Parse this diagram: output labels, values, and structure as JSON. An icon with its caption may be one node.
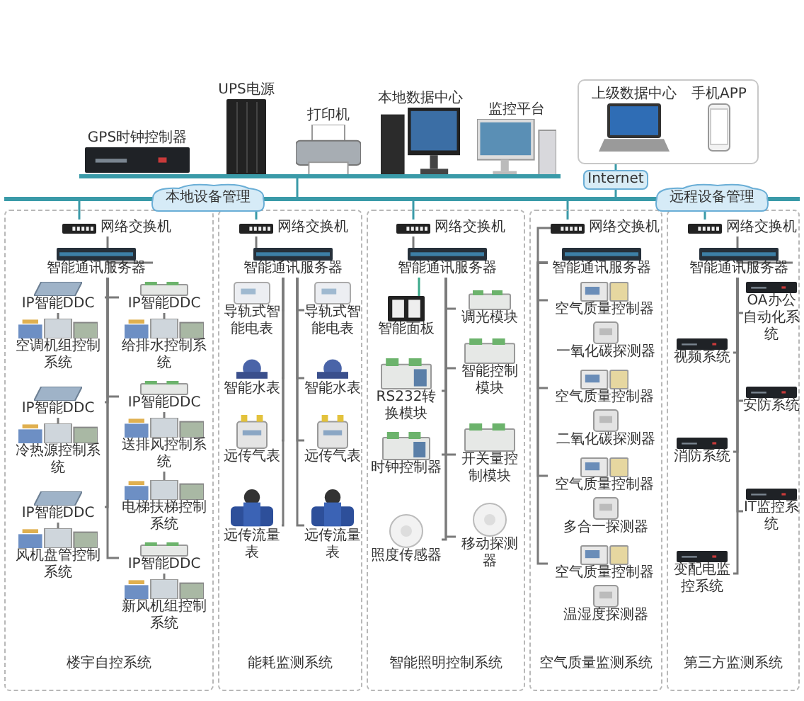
{
  "diagram": {
    "nodes": [
      {
        "text": [
          "GPS时钟控制器"
        ]
      },
      {
        "text": [
          "UPS电源"
        ]
      },
      {
        "text": [
          "打印机"
        ]
      },
      {
        "text": [
          "本地数据中心"
        ]
      },
      {
        "text": [
          "监控平台"
        ]
      },
      {
        "text": [],
        "shape": "box"
      },
      {
        "text": [
          "上级数据中心"
        ],
        "in": 5
      },
      {
        "text": [
          "手机APP"
        ],
        "in": 5
      },
      {
        "text": [],
        "shape": "bar"
      },
      {
        "text": [
          "本地设备管理"
        ]
      },
      {
        "text": [],
        "shape": "bar"
      },
      {
        "text": [
          "远程设备管理"
        ]
      },
      {
        "text": [
          "Internet"
        ]
      },
      {
        "text": [
          "楼宇自控系统"
        ]
      },
      {
        "text": [
          "网络交换机"
        ],
        "in": 13
      },
      {
        "text": [
          "智能通讯服务器"
        ],
        "in": 13
      },
      {
        "text": [
          "IP智能DDC"
        ],
        "in": 13
      },
      {
        "text": [
          "IP智能DDC"
        ],
        "in": 13
      },
      {
        "text": [
          "空调机组控制系统"
        ],
        "in": 13
      },
      {
        "text": [
          "给排水控制系统"
        ],
        "in": 13
      },
      {
        "text": [
          "IP智能DDC"
        ],
        "in": 13
      },
      {
        "text": [
          "IP智能DDC"
        ],
        "in": 13
      },
      {
        "text": [
          "冷热源控制系统"
        ],
        "in": 13
      },
      {
        "text": [
          "送排风控制系统"
        ],
        "in": 13
      },
      {
        "text": [
          "电梯扶梯控制系统"
        ],
        "in": 13
      },
      {
        "text": [
          "IP智能DDC"
        ],
        "in": 13
      },
      {
        "text": [
          "IP智能DDC"
        ],
        "in": 13
      },
      {
        "text": [
          "风机盘管控制系统"
        ],
        "in": 13
      },
      {
        "text": [
          "新风机组控制系统"
        ],
        "in": 13
      },
      {
        "text": [
          "能耗监测系统"
        ]
      },
      {
        "text": [
          "网络交换机"
        ],
        "in": 29
      },
      {
        "text": [
          "智能通讯服务器"
        ],
        "in": 29
      },
      {
        "text": [
          "导轨式智能电表"
        ],
        "in": 29
      },
      {
        "text": [
          "导轨式智能电表"
        ],
        "in": 29
      },
      {
        "text": [
          "智能水表"
        ],
        "in": 29
      },
      {
        "text": [
          "智能水表"
        ],
        "in": 29
      },
      {
        "text": [
          "远传气表"
        ],
        "in": 29
      },
      {
        "text": [
          "远传气表"
        ],
        "in": 29
      },
      {
        "text": [
          "远传流量表"
        ],
        "in": 29
      },
      {
        "text": [
          "远传流量表"
        ],
        "in": 29
      },
      {
        "text": [
          "智能照明控制系统"
        ]
      },
      {
        "text": [
          "网络交换机"
        ],
        "in": 40
      },
      {
        "text": [
          "智能通讯服务器"
        ],
        "in": 40
      },
      {
        "text": [
          "智能面板"
        ],
        "in": 40
      },
      {
        "text": [
          "调光模块"
        ],
        "in": 40
      },
      {
        "text": [
          "RS232转换模块"
        ],
        "in": 40
      },
      {
        "text": [
          "智能控制模块"
        ],
        "in": 40
      },
      {
        "text": [
          "时钟控制器"
        ],
        "in": 40
      },
      {
        "text": [
          "开关量控制模块"
        ],
        "in": 40
      },
      {
        "text": [
          "照度传感器"
        ],
        "in": 40
      },
      {
        "text": [
          "移动探测器"
        ],
        "in": 40
      },
      {
        "text": [
          "空气质量监测系统"
        ]
      },
      {
        "text": [
          "网络交换机"
        ],
        "in": 51
      },
      {
        "text": [
          "智能通讯服务器"
        ],
        "in": 51
      },
      {
        "text": [
          "空气质量控制器"
        ],
        "in": 51
      },
      {
        "text": [
          "一氧化碳探测器"
        ],
        "in": 51
      },
      {
        "text": [
          "空气质量控制器"
        ],
        "in": 51
      },
      {
        "text": [
          "二氧化碳探测器"
        ],
        "in": 51
      },
      {
        "text": [
          "空气质量控制器"
        ],
        "in": 51
      },
      {
        "text": [
          "多合一探测器"
        ],
        "in": 51
      },
      {
        "text": [
          "空气质量控制器"
        ],
        "in": 51
      },
      {
        "text": [
          "温湿度探测器"
        ],
        "in": 51
      },
      {
        "text": [
          "第三方监测系统"
        ]
      },
      {
        "text": [
          "网络交换机"
        ],
        "in": 62
      },
      {
        "text": [
          "智能通讯服务器"
        ],
        "in": 62
      },
      {
        "text": [
          "OA办公自动化系统"
        ],
        "in": 62
      },
      {
        "text": [
          "视频系统"
        ],
        "in": 62
      },
      {
        "text": [
          "安防系统"
        ],
        "in": 62
      },
      {
        "text": [
          "消防系统"
        ],
        "in": 62
      },
      {
        "text": [
          "IT监控系统"
        ],
        "in": 62
      },
      {
        "text": [
          "变配电监控系统"
        ],
        "in": 62
      }
    ],
    "edges": [
      {
        "from": 8,
        "to": 10,
        "arrow": "none",
        "color": "#3a9aa8"
      },
      {
        "from": 5,
        "to": 12,
        "arrow": "none",
        "color": "#3a9aa8"
      },
      {
        "from": 12,
        "to": 10,
        "arrow": "none",
        "color": "#3a9aa8"
      },
      {
        "from": 10,
        "to": 14,
        "arrow": "none",
        "color": "#3a9aa8"
      },
      {
        "from": 10,
        "to": 30,
        "arrow": "none",
        "color": "#3a9aa8"
      },
      {
        "from": 10,
        "to": 41,
        "arrow": "none",
        "color": "#3a9aa8"
      },
      {
        "from": 10,
        "to": 52,
        "arrow": "none",
        "color": "#3a9aa8"
      },
      {
        "from": 10,
        "to": 63,
        "arrow": "none",
        "color": "#3a9aa8"
      },
      {
        "from": 14,
        "to": 15,
        "arrow": "none"
      },
      {
        "from": 30,
        "to": 31,
        "arrow": "none"
      },
      {
        "from": 41,
        "to": 42,
        "arrow": "none"
      },
      {
        "from": 52,
        "to": 53,
        "arrow": "none"
      },
      {
        "from": 63,
        "to": 64,
        "arrow": "none"
      },
      {
        "from": 15,
        "to": 16,
        "arrow": "none"
      },
      {
        "from": 15,
        "to": 17,
        "arrow": "none"
      },
      {
        "from": 15,
        "to": 20,
        "arrow": "none"
      },
      {
        "from": 15,
        "to": 21,
        "arrow": "none"
      },
      {
        "from": 15,
        "to": 25,
        "arrow": "none"
      },
      {
        "from": 15,
        "to": 26,
        "arrow": "none"
      },
      {
        "from": 16,
        "to": 18,
        "arrow": "none"
      },
      {
        "from": 17,
        "to": 19,
        "arrow": "none"
      },
      {
        "from": 20,
        "to": 22,
        "arrow": "none"
      },
      {
        "from": 21,
        "to": 23,
        "arrow": "none"
      },
      {
        "from": 23,
        "to": 24,
        "arrow": "none"
      },
      {
        "from": 25,
        "to": 27,
        "arrow": "none"
      },
      {
        "from": 26,
        "to": 28,
        "arrow": "none"
      },
      {
        "from": 31,
        "to": 32,
        "arrow": "none"
      },
      {
        "from": 31,
        "to": 33,
        "arrow": "none"
      },
      {
        "from": 31,
        "to": 34,
        "arrow": "none"
      },
      {
        "from": 31,
        "to": 35,
        "arrow": "none"
      },
      {
        "from": 31,
        "to": 36,
        "arrow": "none"
      },
      {
        "from": 31,
        "to": 37,
        "arrow": "none"
      },
      {
        "from": 31,
        "to": 38,
        "arrow": "none"
      },
      {
        "from": 31,
        "to": 39,
        "arrow": "none"
      },
      {
        "from": 42,
        "to": 43,
        "arrow": "none",
        "color": "#3aa88a"
      },
      {
        "from": 42,
        "to": 44,
        "arrow": "none"
      },
      {
        "from": 42,
        "to": 45,
        "arrow": "none"
      },
      {
        "from": 42,
        "to": 46,
        "arrow": "none"
      },
      {
        "from": 42,
        "to": 47,
        "arrow": "none"
      },
      {
        "from": 42,
        "to": 48,
        "arrow": "none"
      },
      {
        "from": 42,
        "to": 49,
        "arrow": "none"
      },
      {
        "from": 42,
        "to": 50,
        "arrow": "none"
      },
      {
        "from": 53,
        "to": 54,
        "arrow": "none"
      },
      {
        "from": 53,
        "to": 56,
        "arrow": "none"
      },
      {
        "from": 53,
        "to": 58,
        "arrow": "none"
      },
      {
        "from": 53,
        "to": 60,
        "arrow": "none"
      },
      {
        "from": 64,
        "to": 65,
        "arrow": "none"
      },
      {
        "from": 64,
        "to": 66,
        "arrow": "none"
      },
      {
        "from": 64,
        "to": 67,
        "arrow": "none"
      },
      {
        "from": 64,
        "to": 68,
        "arrow": "none"
      },
      {
        "from": 64,
        "to": 69,
        "arrow": "none"
      },
      {
        "from": 64,
        "to": 70,
        "arrow": "none"
      }
    ]
  }
}
